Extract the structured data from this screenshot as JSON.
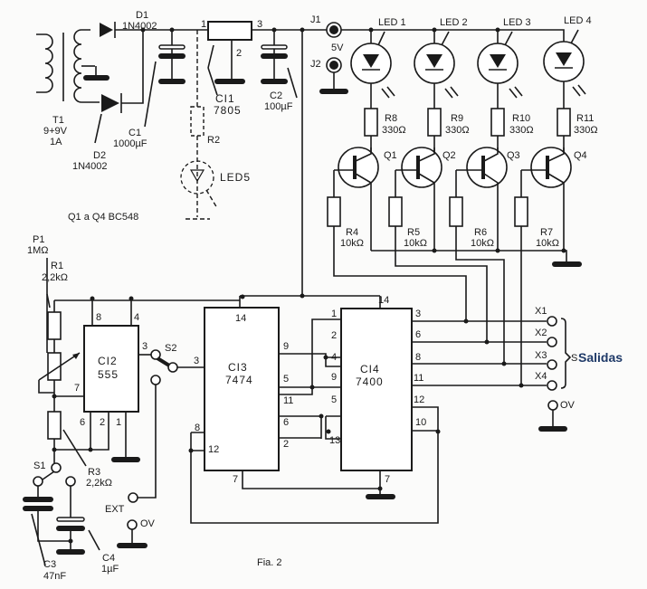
{
  "figure_caption": "Fia. 2",
  "transformer": {
    "name": "T1",
    "voltage": "9+9V",
    "current": "1A"
  },
  "d1": {
    "name": "D1",
    "part": "1N4002"
  },
  "d2": {
    "name": "D2",
    "part": "1N4002"
  },
  "c1": {
    "name": "C1",
    "value": "1000µF"
  },
  "c2": {
    "name": "C2",
    "value": "100µF"
  },
  "ci1": {
    "name": "CI1",
    "part": "7805",
    "pins": [
      "1",
      "2",
      "3"
    ]
  },
  "r2": {
    "name": "R2"
  },
  "led5": {
    "name": "LED5"
  },
  "transistor_note": "Q1 a Q4 BC548",
  "jacks": {
    "j1": "J1",
    "j2": "J2",
    "voltage": "5V"
  },
  "leds": [
    "LED 1",
    "LED 2",
    "LED 3",
    "LED 4"
  ],
  "collector_resistors": [
    {
      "name": "R8",
      "value": "330Ω"
    },
    {
      "name": "R9",
      "value": "330Ω"
    },
    {
      "name": "R10",
      "value": "330Ω"
    },
    {
      "name": "R11",
      "value": "330Ω"
    }
  ],
  "transistors": [
    "Q1",
    "Q2",
    "Q3",
    "Q4"
  ],
  "base_resistors": [
    {
      "name": "R4",
      "value": "10kΩ"
    },
    {
      "name": "R5",
      "value": "10kΩ"
    },
    {
      "name": "R6",
      "value": "10kΩ"
    },
    {
      "name": "R7",
      "value": "10kΩ"
    }
  ],
  "p1": {
    "name": "P1",
    "value": "1MΩ"
  },
  "r1": {
    "name": "R1",
    "value": "2,2kΩ"
  },
  "r3": {
    "name": "R3",
    "value": "2,2kΩ"
  },
  "ci2": {
    "name": "CI2",
    "part": "555",
    "pins": {
      "p8": "8",
      "p4": "4",
      "p3": "3",
      "p7": "7",
      "p6": "6",
      "p2": "2",
      "p1": "1"
    }
  },
  "s1": "S1",
  "s2": "S2",
  "c3": {
    "name": "C3",
    "value": "47nF"
  },
  "c4": {
    "name": "C4",
    "value": "1µF"
  },
  "ext_label": "EXT",
  "zero_v_label": "OV",
  "ci3": {
    "name": "CI3",
    "part": "7474",
    "pins": {
      "p14": "14",
      "p3": "3",
      "p9": "9",
      "p5": "5",
      "p11": "11",
      "p6": "6",
      "p2": "2",
      "p8": "8",
      "p12": "12",
      "p7": "7"
    }
  },
  "ci4": {
    "name": "CI4",
    "part": "7400",
    "pins": {
      "p14": "14",
      "p1": "1",
      "p2": "2",
      "p4": "4",
      "p9": "9",
      "p5": "5",
      "p13": "13",
      "p3": "3",
      "p6": "6",
      "p8": "8",
      "p11": "11",
      "p12": "12",
      "p10": "10",
      "p7": "7"
    }
  },
  "outputs": [
    "X1",
    "X2",
    "X3",
    "X4"
  ],
  "outputs_zero_v": "OV",
  "outputs_label": "Salidas",
  "outputs_brace_letter": "S"
}
